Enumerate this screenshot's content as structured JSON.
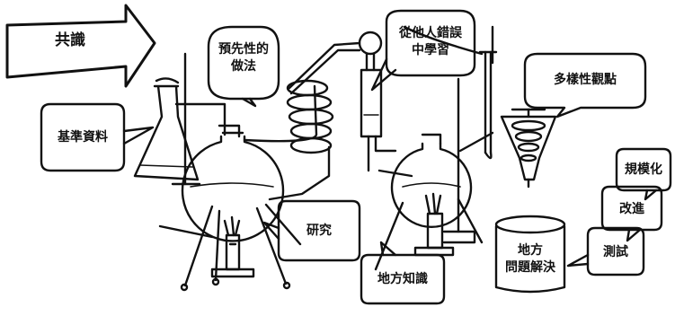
{
  "labels": {
    "consensus": "共識",
    "proactive_method_line1": "預先性的",
    "proactive_method_line2": "做法",
    "learn_from_mistakes_line1": "從他人錯誤",
    "learn_from_mistakes_line2": "中學習",
    "diverse_views": "多樣性觀點",
    "baseline_data": "基準資料",
    "research": "研究",
    "local_knowledge": "地方知識",
    "local_problem_line1": "地方",
    "local_problem_line2": "問題解決",
    "test": "測試",
    "improve": "改進",
    "scale_up": "規模化"
  },
  "colors": {
    "ink": "#111111",
    "paper": "#ffffff"
  }
}
